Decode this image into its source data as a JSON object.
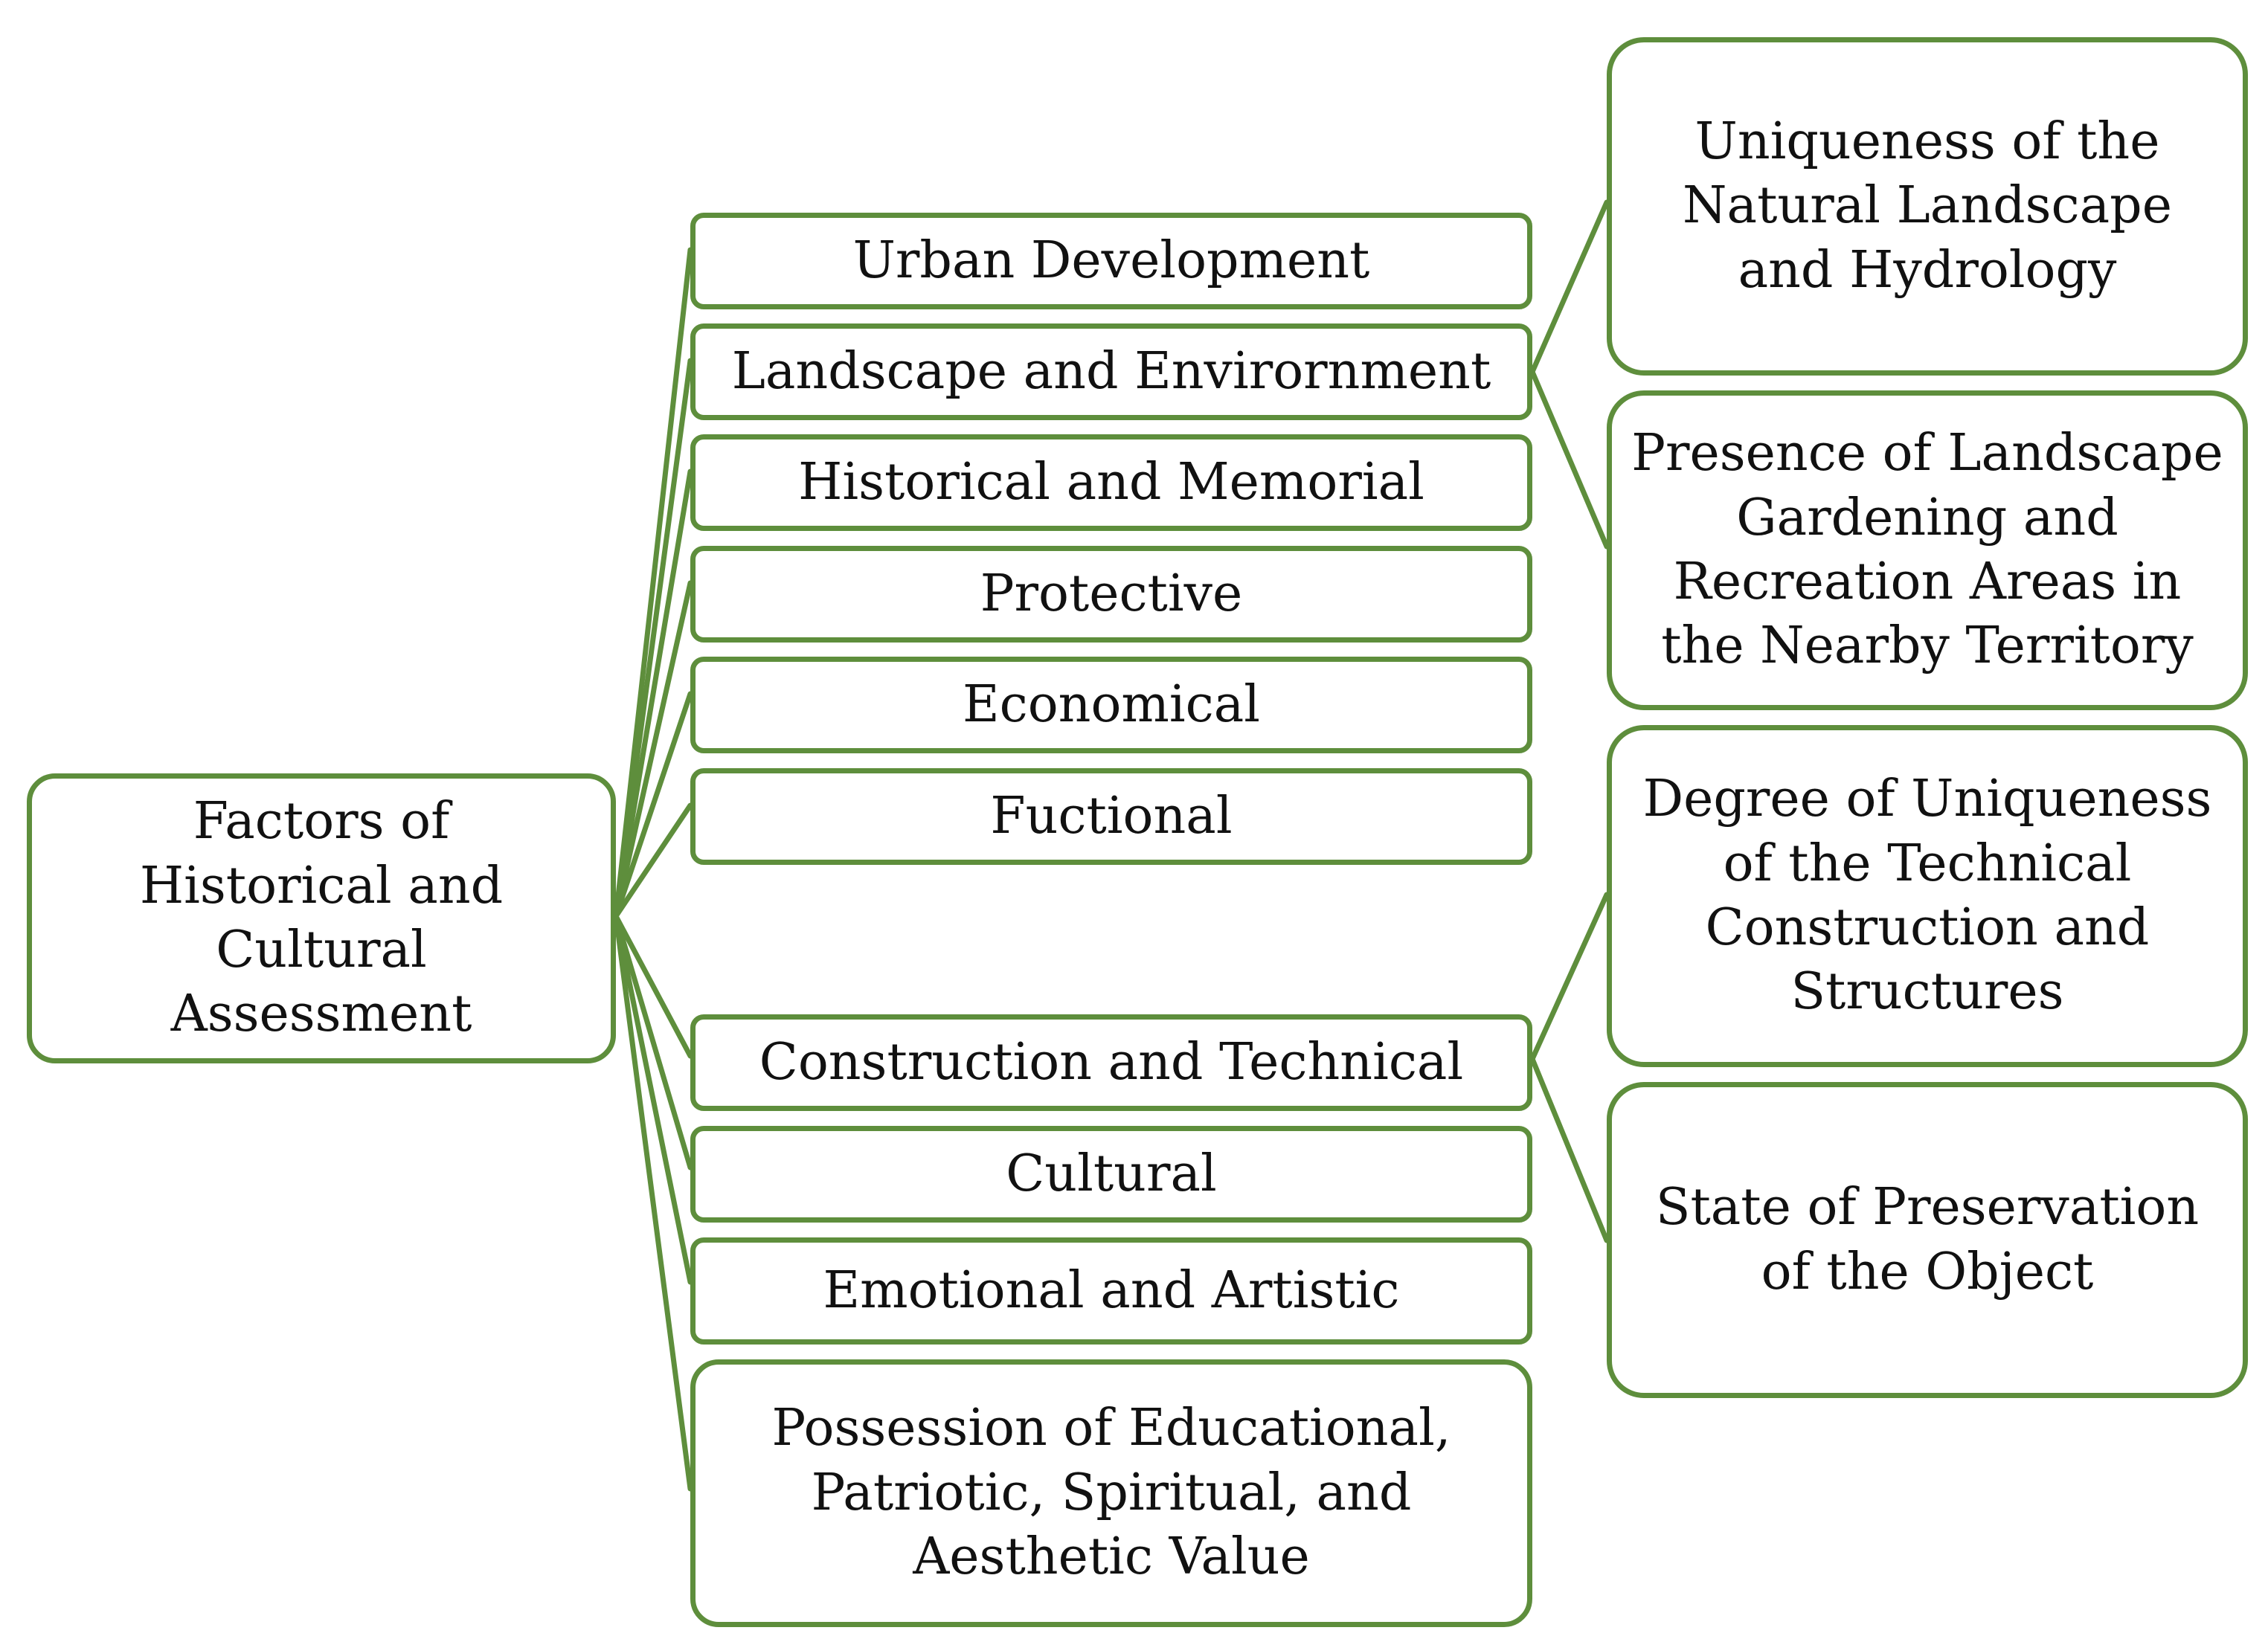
{
  "colors": {
    "border": "#5e8e3c",
    "line": "#5e8e3c",
    "text": "#111111",
    "background": "#ffffff"
  },
  "root": {
    "label": "Factors of Historical and Cultural Assessment"
  },
  "factors": [
    {
      "label": "Urban Development"
    },
    {
      "label": "Landscape and Envirornment"
    },
    {
      "label": "Historical and Memorial"
    },
    {
      "label": "Protective"
    },
    {
      "label": "Economical"
    },
    {
      "label": "Fuctional"
    },
    {
      "label": "Construction and Technical"
    },
    {
      "label": "Cultural"
    },
    {
      "label": "Emotional and Artistic"
    },
    {
      "label": "Possession of Educational, Patriotic, Spiritual, and Aesthetic Value"
    }
  ],
  "subfactors": [
    {
      "label": "Uniqueness of the Natural Landscape and Hydrology"
    },
    {
      "label": "Presence of Landscape Gardening and Recreation Areas in the Nearby Territory"
    },
    {
      "label": "Degree of Uniqueness of the Technical Construction and Structures"
    },
    {
      "label": "State of Preservation of the Object"
    }
  ]
}
